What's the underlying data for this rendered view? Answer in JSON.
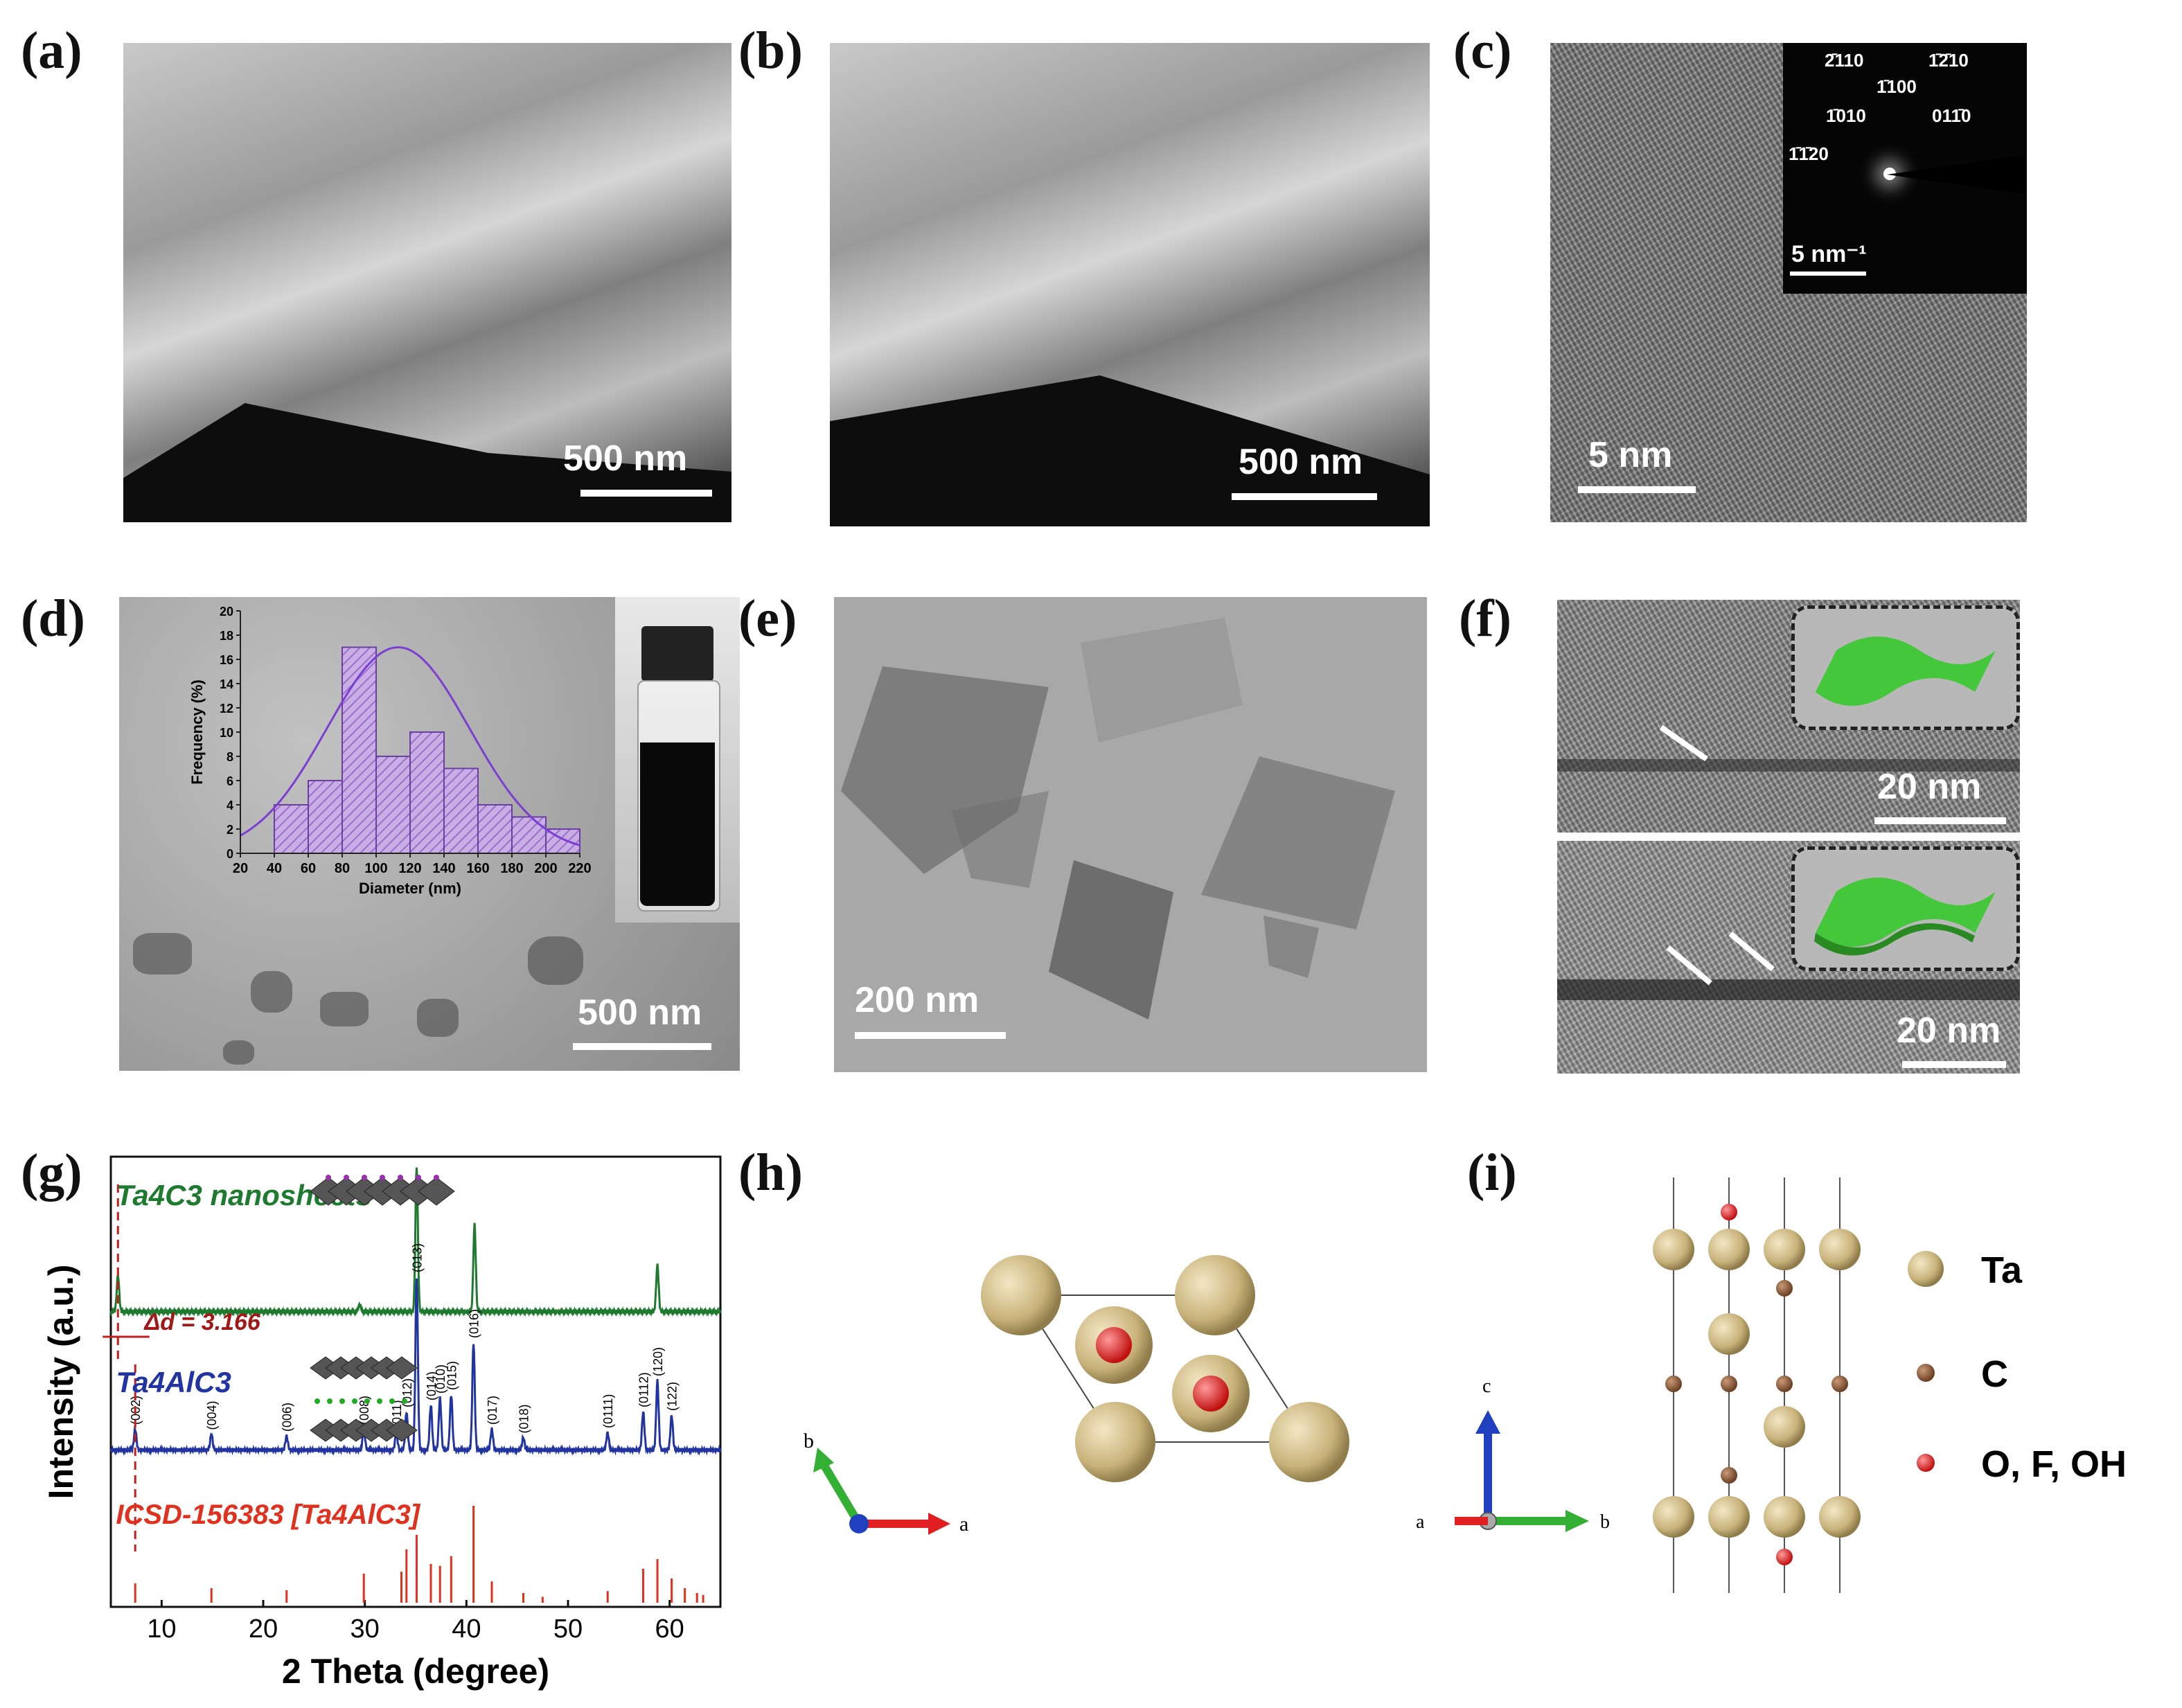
{
  "panels": {
    "a": {
      "label": "(a)",
      "scale": "500 nm"
    },
    "b": {
      "label": "(b)",
      "scale": "500 nm"
    },
    "c": {
      "label": "(c)",
      "scale": "5 nm",
      "saed_scale": "5 nm⁻¹",
      "saed_indices": [
        "2̄110",
        "1̄2̄10",
        "1̄100",
        "1̄010",
        "011̄0",
        "1̄1̄20"
      ]
    },
    "d": {
      "label": "(d)",
      "scale": "500 nm"
    },
    "e": {
      "label": "(e)",
      "scale": "200 nm"
    },
    "f": {
      "label": "(f)",
      "scale_top": "20 nm",
      "scale_bottom": "20 nm"
    },
    "g": {
      "label": "(g)",
      "label_nanosheets": "Ta4C3 nanosheets",
      "label_max": "Ta4AlC3",
      "label_icsd": "ICSD-156383 [Ta4AlC3]",
      "delta_d": "Δd = 3.166"
    },
    "h": {
      "label": "(h)",
      "axis_a": "a",
      "axis_b": "b"
    },
    "i": {
      "label": "(i)",
      "axis_a": "a",
      "axis_b": "b",
      "axis_c": "c",
      "legend": [
        "Ta",
        "C",
        "O, F, OH"
      ]
    }
  },
  "colors": {
    "ta_atom": "#c8b27a",
    "c_atom": "#8b5a3c",
    "o_atom": "#d42020",
    "nanosheets": "#1e7a2e",
    "max_phase": "#2234a0",
    "icsd": "#e0301e",
    "hist": "#9b6fc7"
  },
  "chart_data": [
    {
      "type": "bar",
      "panel": "d-inset",
      "xlabel": "Diameter (nm)",
      "ylabel": "Frequency (%)",
      "xlim": [
        20,
        220
      ],
      "ylim": [
        0,
        20
      ],
      "xticks": [
        20,
        40,
        60,
        80,
        100,
        120,
        140,
        160,
        180,
        200,
        220
      ],
      "yticks": [
        0,
        2,
        4,
        6,
        8,
        10,
        12,
        14,
        16,
        18,
        20
      ],
      "bins": [
        [
          40,
          60
        ],
        [
          60,
          80
        ],
        [
          80,
          100
        ],
        [
          100,
          120
        ],
        [
          120,
          140
        ],
        [
          140,
          160
        ],
        [
          160,
          180
        ],
        [
          180,
          200
        ],
        [
          200,
          220
        ]
      ],
      "values": [
        4,
        6,
        17,
        8,
        10,
        7,
        4,
        3,
        2
      ],
      "fit": "normal",
      "fit_peak": [
        113,
        17
      ]
    },
    {
      "type": "line",
      "panel": "g",
      "xlabel": "2 Theta (degree)",
      "ylabel": "Intensity (a.u.)",
      "xlim": [
        5,
        65
      ],
      "xticks": [
        10,
        20,
        30,
        40,
        50,
        60
      ],
      "series": [
        {
          "name": "Ta4C3 nanosheets",
          "peaks": [
            [
              5.7,
              0.25
            ],
            [
              29.5,
              0.05
            ],
            [
              35.1,
              1.0
            ],
            [
              40.8,
              0.6
            ],
            [
              58.8,
              0.32
            ]
          ]
        },
        {
          "name": "Ta4AlC3",
          "peaks": [
            [
              7.4,
              0.12
            ],
            [
              14.9,
              0.09
            ],
            [
              22.3,
              0.08
            ],
            [
              29.9,
              0.12
            ],
            [
              33.1,
              0.1
            ],
            [
              34.1,
              0.22
            ],
            [
              35.1,
              1.0
            ],
            [
              36.5,
              0.26
            ],
            [
              37.4,
              0.3
            ],
            [
              38.5,
              0.32
            ],
            [
              40.7,
              0.62
            ],
            [
              42.5,
              0.12
            ],
            [
              45.6,
              0.07
            ],
            [
              53.9,
              0.1
            ],
            [
              57.4,
              0.22
            ],
            [
              58.8,
              0.4
            ],
            [
              60.2,
              0.2
            ]
          ],
          "peak_labels": [
            [
              7.4,
              "(002)"
            ],
            [
              14.9,
              "(004)"
            ],
            [
              22.3,
              "(006)"
            ],
            [
              29.9,
              "(008)"
            ],
            [
              33.1,
              "(011)"
            ],
            [
              34.1,
              "(012)"
            ],
            [
              35.1,
              "(013)"
            ],
            [
              36.5,
              "(014)"
            ],
            [
              37.4,
              "(010)"
            ],
            [
              38.5,
              "(015)"
            ],
            [
              40.7,
              "(016)"
            ],
            [
              42.5,
              "(017)"
            ],
            [
              45.6,
              "(018)"
            ],
            [
              53.9,
              "(0111)"
            ],
            [
              57.4,
              "(0112)"
            ],
            [
              58.8,
              "(120)"
            ],
            [
              60.2,
              "(122)"
            ]
          ]
        },
        {
          "name": "ICSD-156383 [Ta4AlC3]",
          "sticks": [
            [
              7.4,
              0.2
            ],
            [
              14.9,
              0.15
            ],
            [
              22.3,
              0.13
            ],
            [
              29.9,
              0.3
            ],
            [
              33.6,
              0.32
            ],
            [
              34.1,
              0.55
            ],
            [
              35.1,
              0.7
            ],
            [
              36.5,
              0.4
            ],
            [
              37.4,
              0.38
            ],
            [
              38.5,
              0.48
            ],
            [
              40.7,
              1.0
            ],
            [
              42.5,
              0.22
            ],
            [
              45.6,
              0.1
            ],
            [
              47.5,
              0.06
            ],
            [
              53.9,
              0.12
            ],
            [
              57.4,
              0.35
            ],
            [
              58.8,
              0.45
            ],
            [
              60.2,
              0.25
            ],
            [
              61.5,
              0.15
            ],
            [
              62.7,
              0.1
            ],
            [
              63.3,
              0.08
            ]
          ]
        }
      ]
    }
  ]
}
